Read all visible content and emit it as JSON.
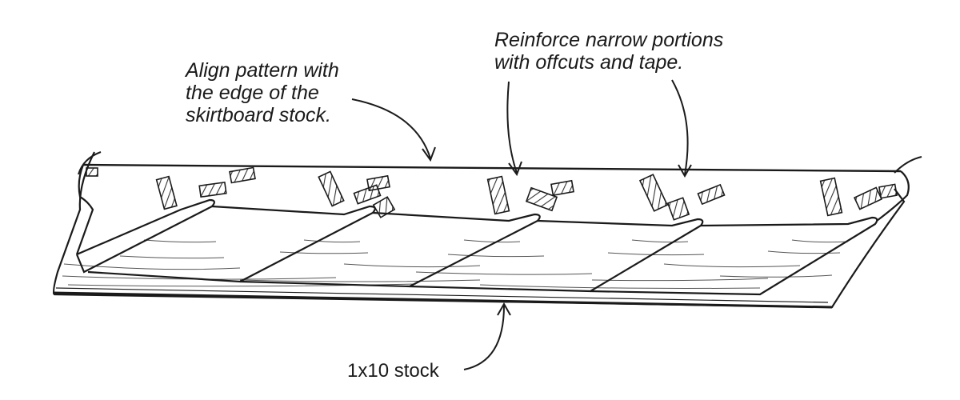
{
  "labels": {
    "align": [
      "Align pattern with",
      "the edge of the",
      "skirtboard stock."
    ],
    "reinforce": [
      "Reinforce narrow portions",
      "with offcuts and tape."
    ],
    "stock": "1x10 stock"
  },
  "colors": {
    "ink": "#1a1a1a",
    "wood_hatch": "#555555",
    "tape": "#333333",
    "background": "#ffffff"
  }
}
